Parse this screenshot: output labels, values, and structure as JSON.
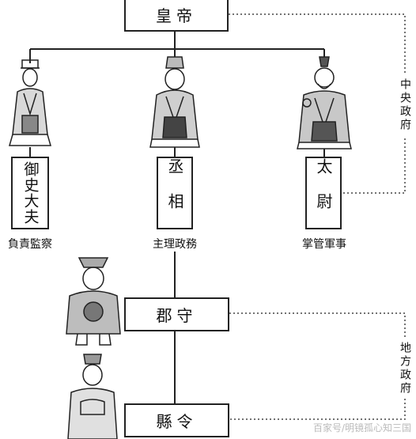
{
  "central": {
    "emperor": "皇帝",
    "group_label": "中央政府",
    "officials": [
      {
        "title": "御史大夫",
        "duty": "負責監察"
      },
      {
        "title": "丞相",
        "duty": "主理政務"
      },
      {
        "title": "太尉",
        "duty": "掌管軍事"
      }
    ]
  },
  "local": {
    "group_label": "地方政府",
    "commandery": "郡守",
    "county": "縣令"
  },
  "watermark": "百家号/明镜孤心知三国"
}
